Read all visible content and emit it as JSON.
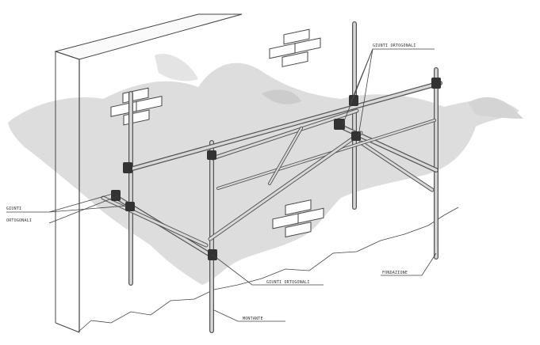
{
  "labels": {
    "giunti_top": "GIUNTI ORTOGONALI",
    "giunti_left_1": "GIUNTI",
    "giunti_left_2": "ORTOGONALI",
    "giunti_bottom": "GIUNTI ORTOGONALI",
    "montante": "MONTANTE",
    "fondazione": "FONDAZIONE"
  },
  "colors": {
    "pipe": "#555555",
    "ghost": "#cfcfcf",
    "wall": "#444444"
  },
  "icons": [
    "brick-pattern-icon",
    "clamp-icon",
    "angel-watermark-icon"
  ]
}
